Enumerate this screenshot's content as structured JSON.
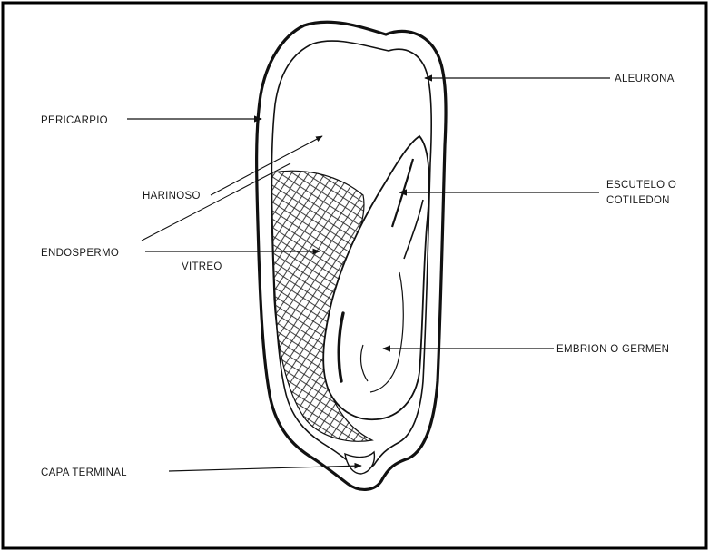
{
  "labels": {
    "aleurona": "ALEURONA",
    "pericarpio": "PERICARPIO",
    "harinoso": "HARINOSO",
    "escutelo_line1": "ESCUTELO O",
    "escutelo_line2": "COTILEDON",
    "endospermo": "ENDOSPERMO",
    "vitreo": "VITREO",
    "embrion": "EMBRION O GERMEN",
    "capa_terminal": "CAPA TERMINAL"
  },
  "colors": {
    "ink": "#111111",
    "frame": "#000000",
    "background": "#ffffff"
  }
}
